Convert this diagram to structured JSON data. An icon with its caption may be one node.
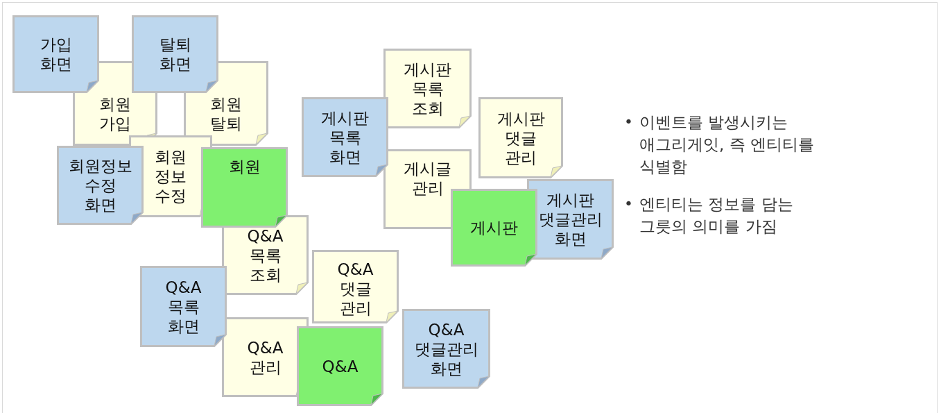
{
  "diagram": {
    "nodes": [
      {
        "text": [
          "가입 화면"
        ]
      },
      {
        "text": [
          "회원 가입"
        ]
      },
      {
        "text": [
          "탈퇴 화면"
        ]
      },
      {
        "text": [
          "회원 탈퇴"
        ]
      },
      {
        "text": [
          "회원정보 수정 화면"
        ]
      },
      {
        "text": [
          "회원 정보 수정"
        ]
      },
      {
        "text": [
          "회원"
        ]
      },
      {
        "text": [
          "게시판 목록 화면"
        ]
      },
      {
        "text": [
          "게시판 목록 조회"
        ]
      },
      {
        "text": [
          "게시글 관리"
        ]
      },
      {
        "text": [
          "게시판 댓글 관리"
        ]
      },
      {
        "text": [
          "게시판"
        ]
      },
      {
        "text": [
          "게시판 댓글관리 화면"
        ]
      },
      {
        "text": [
          "Q&A 목록 조회"
        ]
      },
      {
        "text": [
          "Q&A 목록 화면"
        ]
      },
      {
        "text": [
          "Q&A 댓글 관리"
        ]
      },
      {
        "text": [
          "Q&A 관리"
        ]
      },
      {
        "text": [
          "Q&A"
        ]
      },
      {
        "text": [
          "Q&A 댓글관리 화면"
        ]
      }
    ],
    "edges": [],
    "labels": [
      "•",
      "이벤트를 발생시키는 애그리게잇, 즉 엔티티를 식별함",
      "•",
      "엔티티는 정보를 담는 그릇의 의미를 가짐"
    ]
  }
}
